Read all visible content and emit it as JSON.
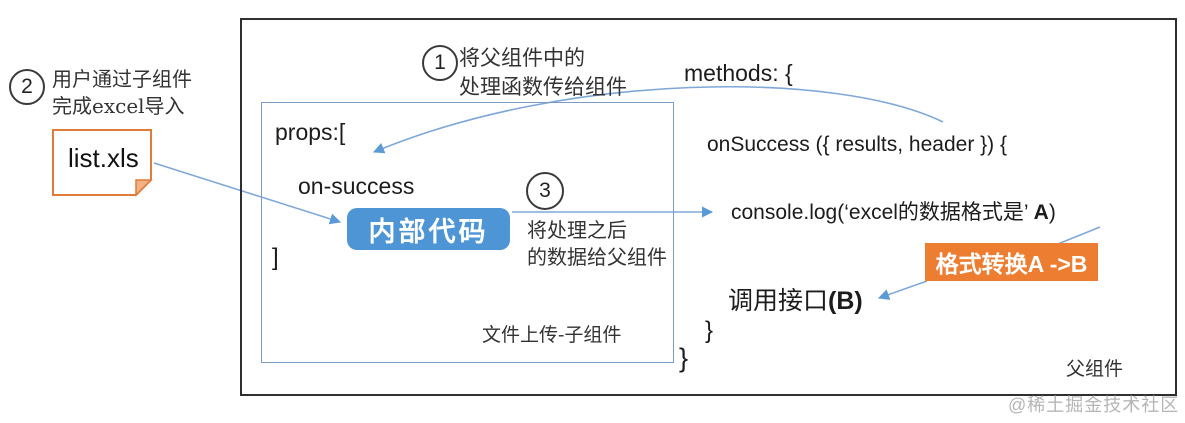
{
  "annotations": {
    "step1": {
      "number": "1",
      "line1": "将父组件中的",
      "line2": "处理函数传给组件"
    },
    "step2": {
      "number": "2",
      "line1": "用户通过子组件",
      "line2": "完成excel导入"
    },
    "step3": {
      "number": "3",
      "line1": "将处理之后",
      "line2": "的数据给父组件"
    }
  },
  "file_note": {
    "label": "list.xls"
  },
  "child_component": {
    "props_open": "props:[",
    "prop_name": "on-success",
    "props_close": "]",
    "inner_code_label": "内部代码",
    "box_label": "文件上传-子组件"
  },
  "parent_component": {
    "methods_open": "methods: {",
    "on_success_signature": "onSuccess ({ results, header }) {",
    "console_prefix": "console.log(‘excel的数据格式是’ ",
    "console_bold": "A",
    "console_suffix": ")",
    "call_api_prefix": "调用接口",
    "call_api_bold": "(B)",
    "close_brace_onsuccess": "}",
    "close_brace_methods": "}",
    "box_label": "父组件"
  },
  "format_box": {
    "label": "格式转换A ->B"
  },
  "watermark": "@稀土掘金技术社区",
  "colors": {
    "accent_blue": "#4e95d5",
    "accent_orange": "#ed7d31",
    "arrow_blue": "#7fa8d9",
    "inner_border_blue": "#7c9cc4",
    "outer_border": "#2f2f2f",
    "note_border_orange": "#e07b39",
    "note_fold_fill": "#f4b183",
    "watermark_gray": "#b5b5b5"
  }
}
